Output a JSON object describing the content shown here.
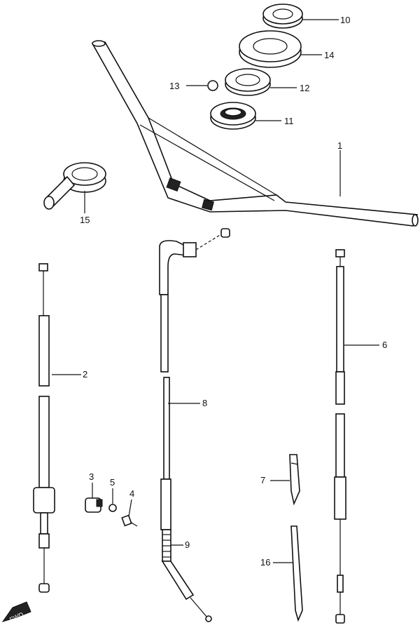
{
  "labels": {
    "p1": "1",
    "p2": "2",
    "p3": "3",
    "p4": "4",
    "p5": "5",
    "p6": "6",
    "p7": "7",
    "p8": "8",
    "p9": "9",
    "p10": "10",
    "p11": "11",
    "p12": "12",
    "p13": "13",
    "p14": "14",
    "p15": "15",
    "p16": "16"
  },
  "fwd": "FWD"
}
